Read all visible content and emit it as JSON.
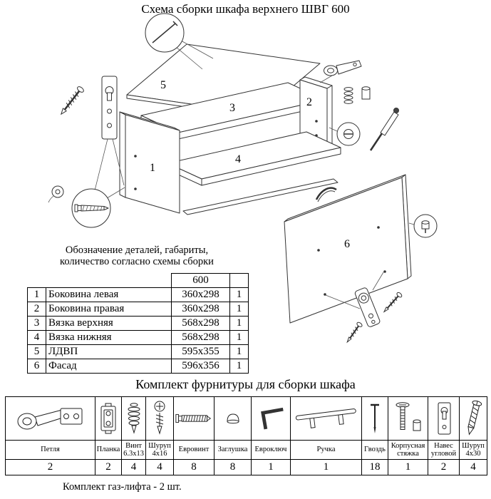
{
  "page": {
    "title": "Схема сборки шкафа верхнего ШВГ 600",
    "note_line1": "Обозначение деталей, габариты,",
    "note_line2": "количество согласно схемы сборки",
    "hardware_title": "Комплект фурнитуры для сборки шкафа",
    "footer_note": "Комплект газ-лифта - 2 шт."
  },
  "diagram": {
    "part_labels": [
      "1",
      "2",
      "3",
      "4",
      "5",
      "6"
    ]
  },
  "parts_table": {
    "size_header": "600",
    "rows": [
      {
        "num": "1",
        "name": "Боковина левая",
        "size": "360x298",
        "qty": "1"
      },
      {
        "num": "2",
        "name": "Боковина правая",
        "size": "360x298",
        "qty": "1"
      },
      {
        "num": "3",
        "name": "Вязка верхняя",
        "size": "568x298",
        "qty": "1"
      },
      {
        "num": "4",
        "name": "Вязка нижняя",
        "size": "568x298",
        "qty": "1"
      },
      {
        "num": "5",
        "name": "ЛДВП",
        "size": "595x355",
        "qty": "1"
      },
      {
        "num": "6",
        "name": "Фасад",
        "size": "596x356",
        "qty": "1"
      }
    ]
  },
  "hardware_table": {
    "items": [
      {
        "name": "Петля",
        "qty": "2",
        "icon": "hinge-icon"
      },
      {
        "name": "Планка",
        "qty": "2",
        "icon": "mounting-plate-icon"
      },
      {
        "name": "Винт 6.3x13",
        "qty": "4",
        "icon": "bolt-icon"
      },
      {
        "name": "Шуруп 4x16",
        "qty": "4",
        "icon": "screw-icon"
      },
      {
        "name": "Евровинт",
        "qty": "8",
        "icon": "euro-screw-icon"
      },
      {
        "name": "Заглушка",
        "qty": "8",
        "icon": "cap-icon"
      },
      {
        "name": "Евроключ",
        "qty": "1",
        "icon": "hex-key-icon"
      },
      {
        "name": "Ручка",
        "qty": "1",
        "icon": "handle-icon"
      },
      {
        "name": "Гвоздь",
        "qty": "18",
        "icon": "nail-icon"
      },
      {
        "name": "Корпусная стяжка",
        "qty": "1",
        "icon": "cam-bolt-icon"
      },
      {
        "name": "Навес угловой",
        "qty": "2",
        "icon": "hanger-plate-icon"
      },
      {
        "name": "Шуруп 4x30",
        "qty": "4",
        "icon": "screw-30-icon"
      }
    ]
  }
}
